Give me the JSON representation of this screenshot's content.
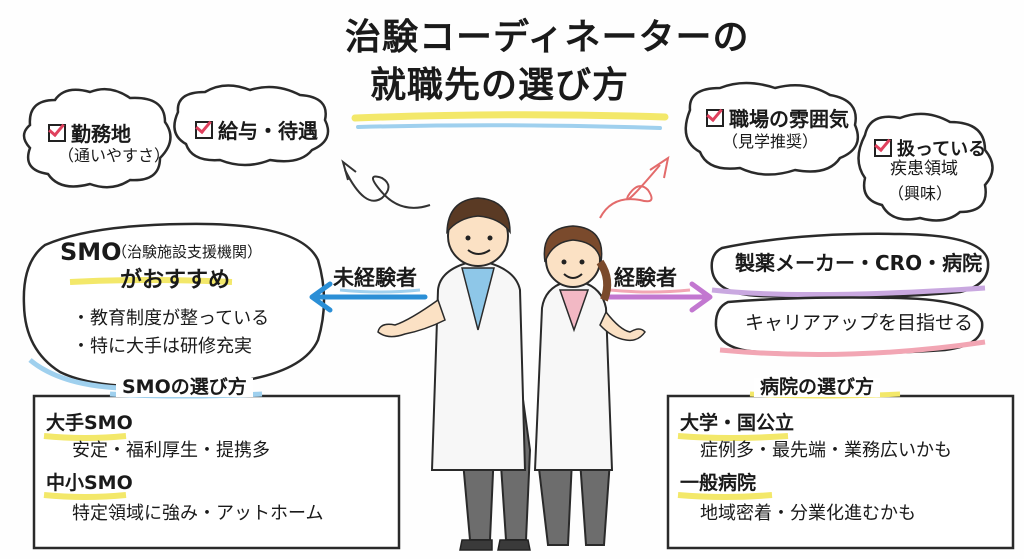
{
  "title": {
    "line1": "治験コーディネーターの",
    "line2": "就職先の選び方"
  },
  "left_bubbles": [
    {
      "label": "勤務地",
      "sub": "（通いやすさ）"
    },
    {
      "label": "給与・待遇",
      "sub": ""
    }
  ],
  "right_bubbles": [
    {
      "label": "職場の雰囲気",
      "sub": "（見学推奨）"
    },
    {
      "label": "扱っている",
      "sub1": "疾患領域",
      "sub2": "（興味）"
    }
  ],
  "left_path": {
    "label": "未経験者",
    "smo_title": "SMO",
    "smo_note": "（治験施設支援機関）",
    "recommend": "がおすすめ",
    "bullets": [
      "・教育制度が整っている",
      "・特に大手は研修充実"
    ]
  },
  "right_path": {
    "label": "経験者",
    "line1": "製薬メーカー・CRO・病院",
    "line2": "キャリアアップを目指せる"
  },
  "smo_box": {
    "heading": "SMOの選び方",
    "items": [
      {
        "title": "大手SMO",
        "desc": "安定・福利厚生・提携多"
      },
      {
        "title": "中小SMO",
        "desc": "特定領域に強み・アットホーム"
      }
    ]
  },
  "hospital_box": {
    "heading": "病院の選び方",
    "items": [
      {
        "title": "大学・国公立",
        "desc": "症例多・最先端・業務広いかも"
      },
      {
        "title": "一般病院",
        "desc": "地域密着・分業化進むかも"
      }
    ]
  },
  "colors": {
    "yellow": "#f3e86a",
    "blue": "#9fd0ee",
    "pink": "#f2a6b4",
    "purple": "#c9a8e0",
    "left_arrow": "#2b8fd6",
    "right_arrow": "#c277d0",
    "check": "#e0415e"
  }
}
